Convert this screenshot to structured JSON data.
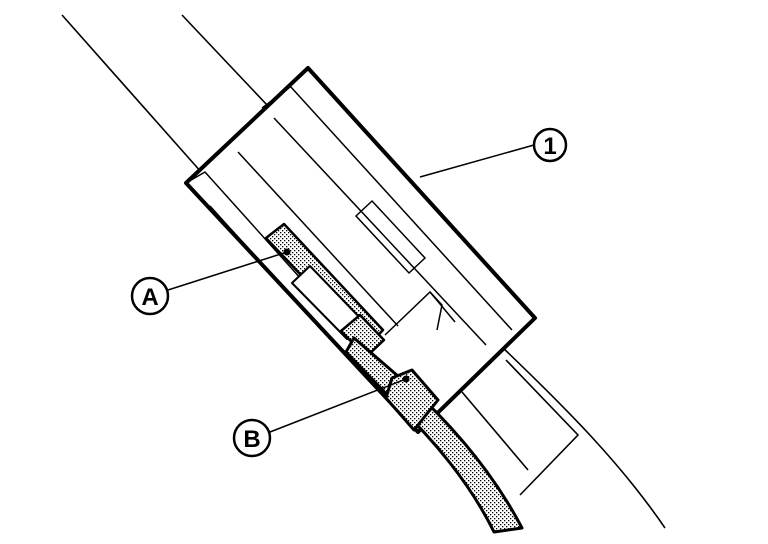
{
  "diagram": {
    "callouts": {
      "part_1": "1",
      "a": "A",
      "b": "B"
    },
    "colors": {
      "line": "#000000",
      "background": "#ffffff",
      "stipple": "#000000"
    }
  }
}
